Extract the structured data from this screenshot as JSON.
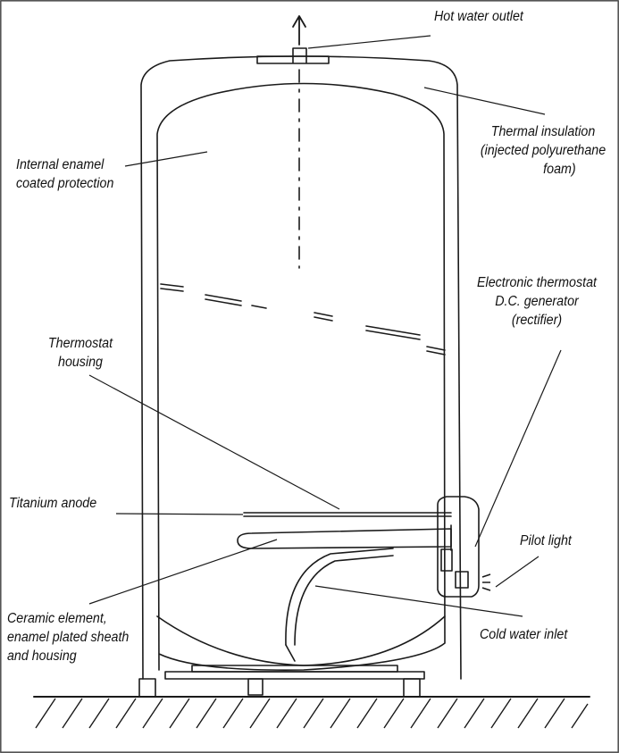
{
  "labels": {
    "hot_water_outlet": [
      "Hot water outlet"
    ],
    "thermal_insulation": [
      "Thermal insulation",
      "(injected polyurethane",
      "foam)"
    ],
    "internal_enamel": [
      "Internal enamel",
      "coated protection"
    ],
    "electronic_thermostat": [
      "Electronic thermostat",
      "D.C. generator",
      "(rectifier)"
    ],
    "thermostat_housing": [
      "Thermostat",
      "housing"
    ],
    "titanium_anode": [
      "Titanium anode"
    ],
    "pilot_light": [
      "Pilot light"
    ],
    "ceramic_element": [
      "Ceramic element,",
      "enamel plated sheath",
      "and housing"
    ],
    "cold_water_inlet": [
      "Cold water inlet"
    ]
  },
  "colors": {
    "ink": "#1a1a1a",
    "background": "#ffffff",
    "frame": "#555555"
  }
}
